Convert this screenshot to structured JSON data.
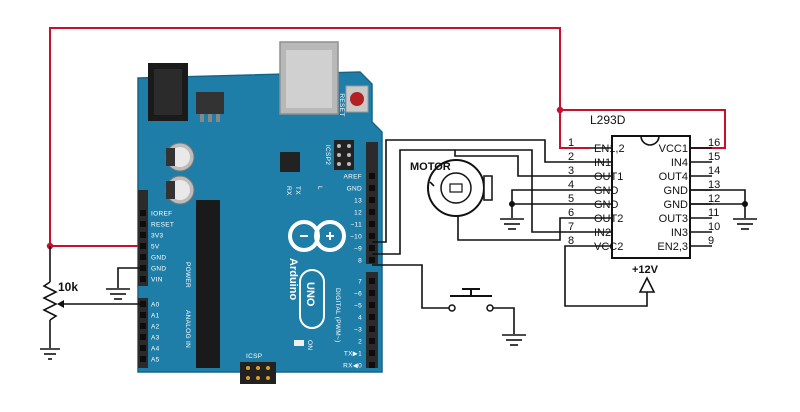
{
  "arduino": {
    "reset_label": "RESET",
    "icsp2_label": "ICSP2",
    "icsp_label": "ICSP",
    "brand": "Arduino",
    "model": "UNO",
    "tx_label": "TX",
    "rx_label": "RX",
    "l_label": "L",
    "on_label": "ON",
    "digital_label": "DIGITAL (PWM~)",
    "power_label": "POWER",
    "analog_label": "ANALOG IN",
    "power_pins": [
      "IOREF",
      "RESET",
      "3V3",
      "5V",
      "GND",
      "GND",
      "VIN"
    ],
    "analog_pins": [
      "A0",
      "A1",
      "A2",
      "A3",
      "A4",
      "A5"
    ],
    "digital_pins_top": [
      "AREF",
      "GND",
      "13",
      "12",
      "~11",
      "~10",
      "~9",
      "8"
    ],
    "digital_pins_bottom": [
      "7",
      "~6",
      "~5",
      "4",
      "~3",
      "2",
      "TX▶1",
      "RX◀0"
    ]
  },
  "driver": {
    "name": "L293D",
    "left_pins": [
      {
        "num": "1",
        "label": "EN1,2"
      },
      {
        "num": "2",
        "label": "IN1"
      },
      {
        "num": "3",
        "label": "OUT1"
      },
      {
        "num": "4",
        "label": "GND"
      },
      {
        "num": "5",
        "label": "GND"
      },
      {
        "num": "6",
        "label": "OUT2"
      },
      {
        "num": "7",
        "label": "IN2"
      },
      {
        "num": "8",
        "label": "VCC2"
      }
    ],
    "right_pins": [
      {
        "num": "16",
        "label": "VCC1"
      },
      {
        "num": "15",
        "label": "IN4"
      },
      {
        "num": "14",
        "label": "OUT4"
      },
      {
        "num": "13",
        "label": "GND"
      },
      {
        "num": "12",
        "label": "GND"
      },
      {
        "num": "11",
        "label": "OUT3"
      },
      {
        "num": "10",
        "label": "IN3"
      },
      {
        "num": "9",
        "label": "EN2,3"
      }
    ]
  },
  "motor": {
    "label": "MOTOR"
  },
  "potentiometer": {
    "label": "10k"
  },
  "supply": {
    "label": "+12V"
  },
  "colors": {
    "board": "#1f7ea8",
    "board_dark": "#17648a",
    "wire_red": "#c8102e",
    "wire": "#111111"
  }
}
